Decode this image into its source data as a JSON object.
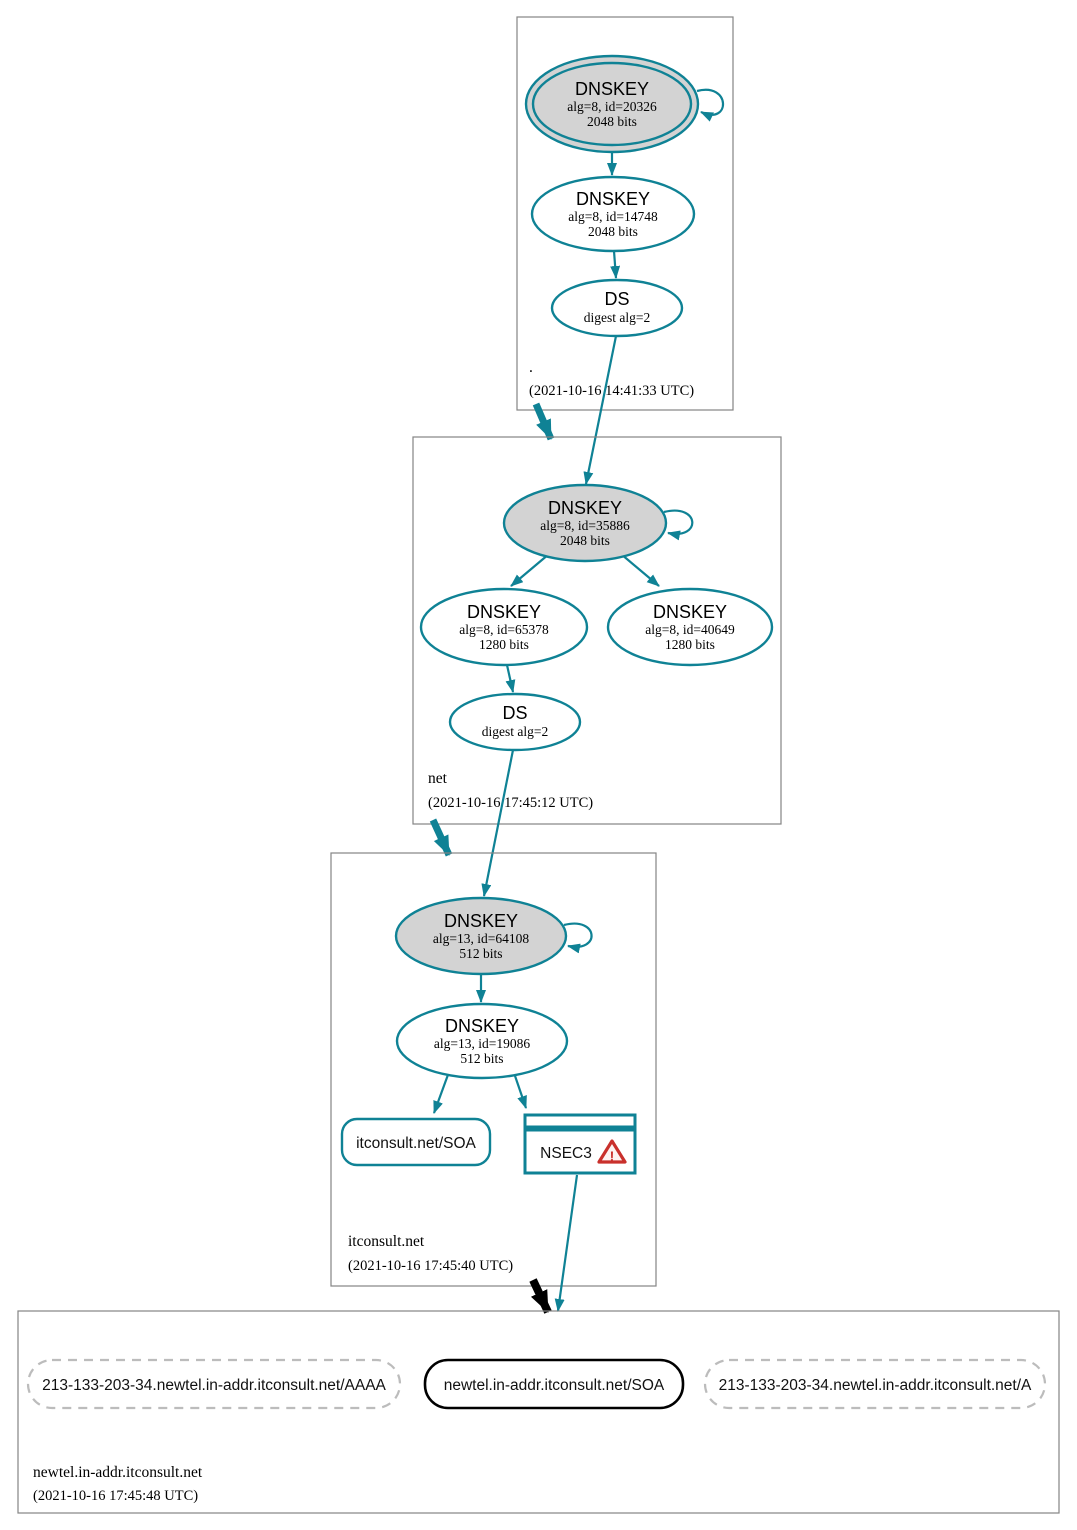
{
  "colors": {
    "accent_teal": "#0f8295",
    "node_gray_fill": "#d3d3d3",
    "warning_red": "#c9302c",
    "insecure_black": "#000000",
    "box_border_gray": "#848484",
    "dashed_border_gray": "#bcbcbc"
  },
  "icons": {
    "warning_glyph": "!"
  },
  "zones": [
    {
      "name": ".",
      "timestamp": "(2021-10-16 14:41:33 UTC)",
      "nodes": {
        "ksk": {
          "title": "DNSKEY",
          "line1": "alg=8, id=20326",
          "line2": "2048 bits"
        },
        "zsk": {
          "title": "DNSKEY",
          "line1": "alg=8, id=14748",
          "line2": "2048 bits"
        },
        "ds": {
          "title": "DS",
          "line1": "digest alg=2"
        }
      }
    },
    {
      "name": "net",
      "timestamp": "(2021-10-16 17:45:12 UTC)",
      "nodes": {
        "ksk": {
          "title": "DNSKEY",
          "line1": "alg=8, id=35886",
          "line2": "2048 bits"
        },
        "zsk1": {
          "title": "DNSKEY",
          "line1": "alg=8, id=65378",
          "line2": "1280 bits"
        },
        "zsk2": {
          "title": "DNSKEY",
          "line1": "alg=8, id=40649",
          "line2": "1280 bits"
        },
        "ds": {
          "title": "DS",
          "line1": "digest alg=2"
        }
      }
    },
    {
      "name": "itconsult.net",
      "timestamp": "(2021-10-16 17:45:40 UTC)",
      "nodes": {
        "ksk": {
          "title": "DNSKEY",
          "line1": "alg=13, id=64108",
          "line2": "512 bits"
        },
        "zsk": {
          "title": "DNSKEY",
          "line1": "alg=13, id=19086",
          "line2": "512 bits"
        },
        "soa": {
          "label": "itconsult.net/SOA"
        },
        "nsec3": {
          "label": "NSEC3"
        }
      }
    },
    {
      "name": "newtel.in-addr.itconsult.net",
      "timestamp": "(2021-10-16 17:45:48 UTC)",
      "nodes": {
        "aaaa": {
          "label": "213-133-203-34.newtel.in-addr.itconsult.net/AAAA"
        },
        "soa": {
          "label": "newtel.in-addr.itconsult.net/SOA"
        },
        "a": {
          "label": "213-133-203-34.newtel.in-addr.itconsult.net/A"
        }
      }
    }
  ]
}
